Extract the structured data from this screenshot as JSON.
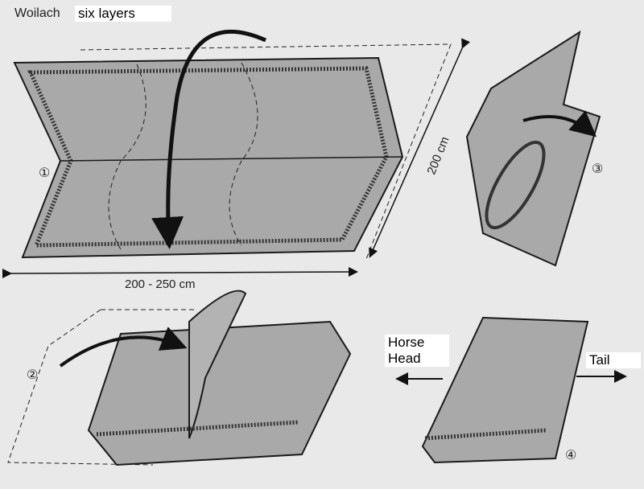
{
  "title": "Woilach",
  "subtitle": "six layers",
  "dimensions": {
    "width": "200 - 250 cm",
    "height": "200 cm"
  },
  "steps": [
    "①",
    "②",
    "③",
    "④"
  ],
  "directions": {
    "head": "Horse Head",
    "head_line1": "Horse",
    "head_line2": "Head",
    "tail": "Tail"
  },
  "colors": {
    "blanket": "#a9a9a9",
    "outline": "#1a1a1a",
    "background": "#e9e9e9"
  }
}
